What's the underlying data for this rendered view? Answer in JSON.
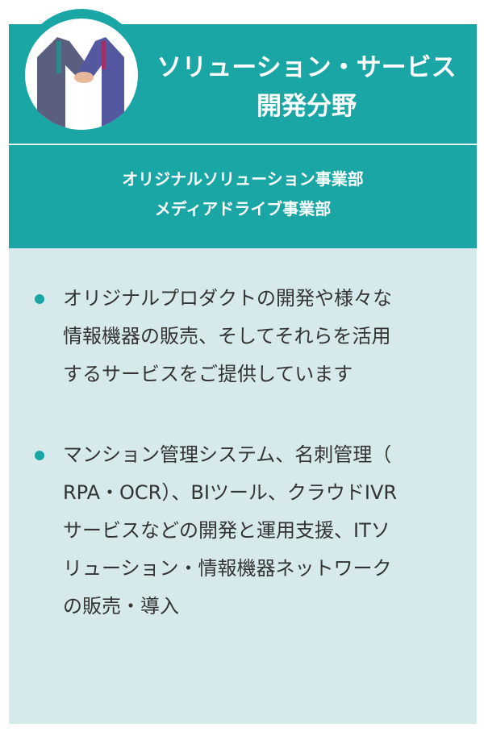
{
  "header": {
    "title_lines": [
      "ソリューション・サービス",
      "開発分野"
    ]
  },
  "departments": [
    "オリジナルソリューション事業部",
    "メディアドライブ事業部"
  ],
  "bullets": [
    {
      "lines": [
        "オリジナルプロダクトの開発や様々な",
        "情報機器の販売、そしてそれらを活用",
        "するサービスをご提供しています"
      ]
    },
    {
      "lines": [
        "マンション管理システム、名刺管理（",
        "RPA・OCR）、BIツール、クラウドIVR",
        "サービスなどの開発と運用支援、ITソ",
        "リューション・情報機器ネットワーク",
        "の販売・導入"
      ]
    }
  ],
  "colors": {
    "accent": "#1ba6a6",
    "panel": "#d6eaeb"
  }
}
